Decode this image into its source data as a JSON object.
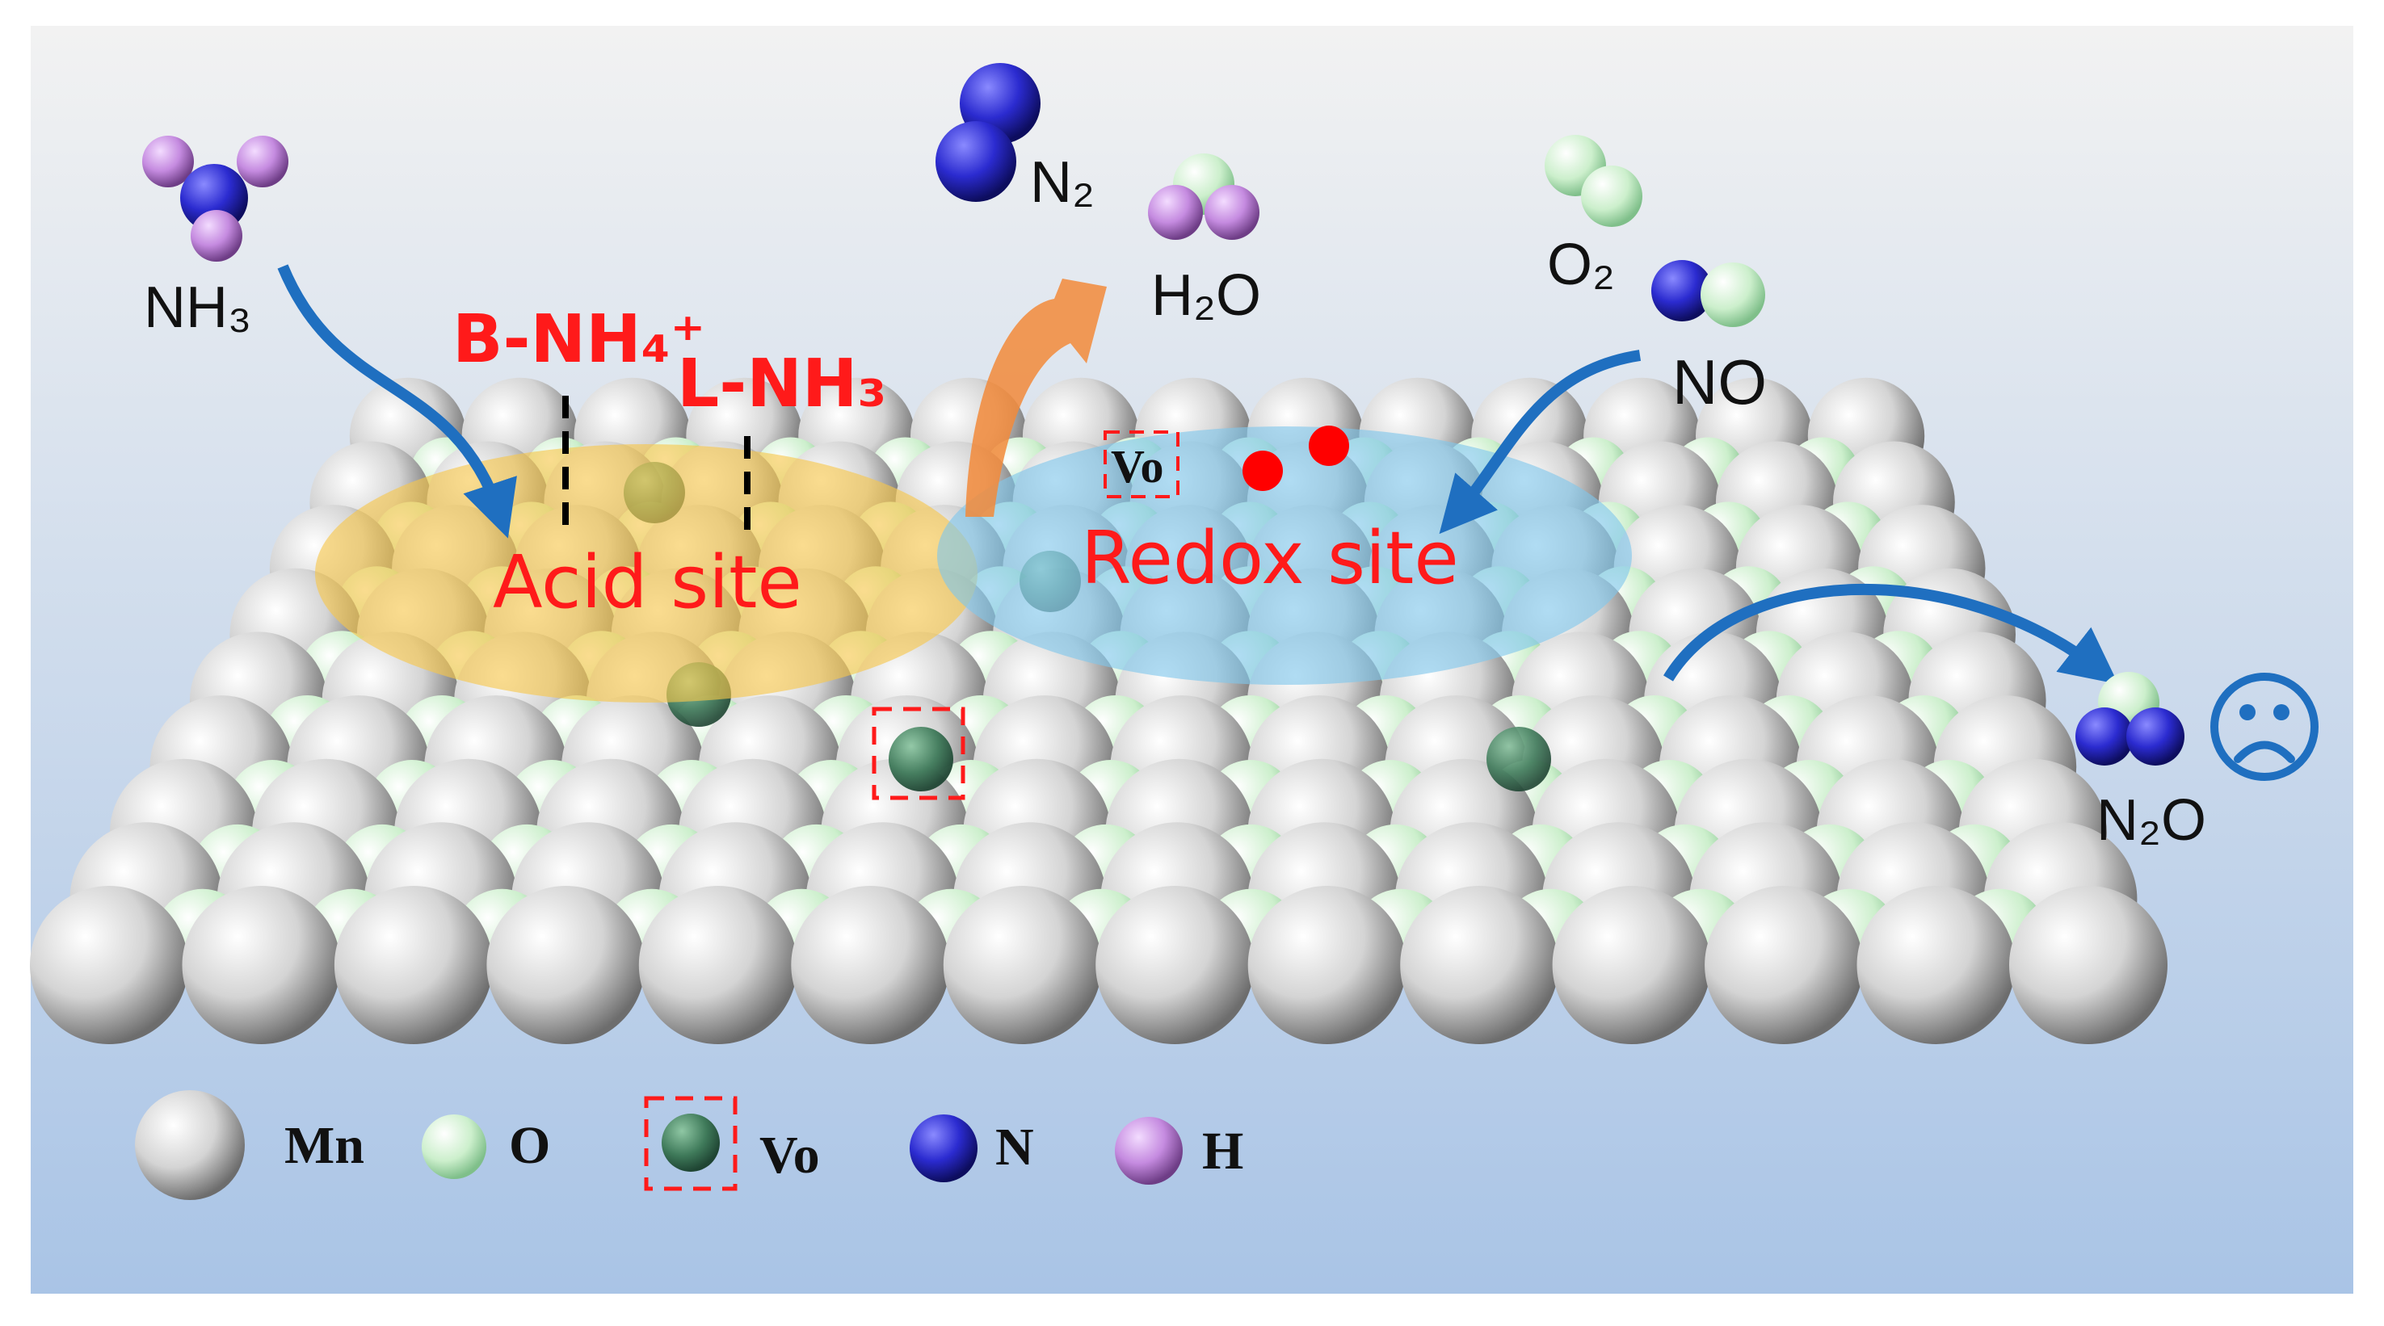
{
  "diagram": {
    "labels": {
      "nh3": "NH₃",
      "n2": "N₂",
      "h2o": "H₂O",
      "o2": "O₂",
      "no": "NO",
      "n2o": "N₂O",
      "b_nh4": "B-NH₄⁺",
      "l_nh3": "L-NH₃",
      "acid_site": "Acid site",
      "redox_site": "Redox site",
      "vo_surface": "Vo"
    },
    "legend": [
      {
        "key": "mn",
        "label": "Mn",
        "color": "#d8d8d8"
      },
      {
        "key": "o",
        "label": "O",
        "color": "#d6f5d6"
      },
      {
        "key": "vo",
        "label": "Vo",
        "color": "#3f7a5a"
      },
      {
        "key": "n",
        "label": "N",
        "color": "#2b2bd0"
      },
      {
        "key": "h",
        "label": "H",
        "color": "#c58be0"
      }
    ],
    "colors": {
      "acid_region": "#f7c64a",
      "redox_region": "#7fc6ec",
      "arrow_blue": "#1f6fc0",
      "arrow_orange": "#f28a3a",
      "label_red": "#ff1a1a",
      "sad_face": "#1f6fc0"
    },
    "icons": [
      "sad-face-icon"
    ]
  }
}
